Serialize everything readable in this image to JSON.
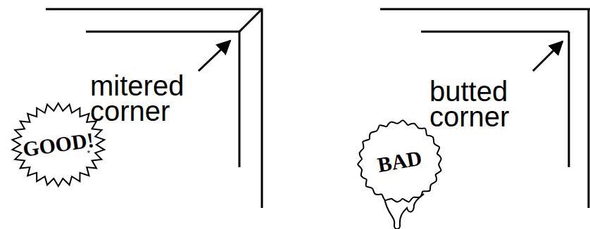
{
  "diagram": {
    "nodes": [
      {
        "text": [
          "GOOD!",
          "*"
        ]
      },
      {
        "text": [
          "BAD"
        ]
      }
    ],
    "labels": [
      "mitered corner",
      "butted corner"
    ]
  }
}
